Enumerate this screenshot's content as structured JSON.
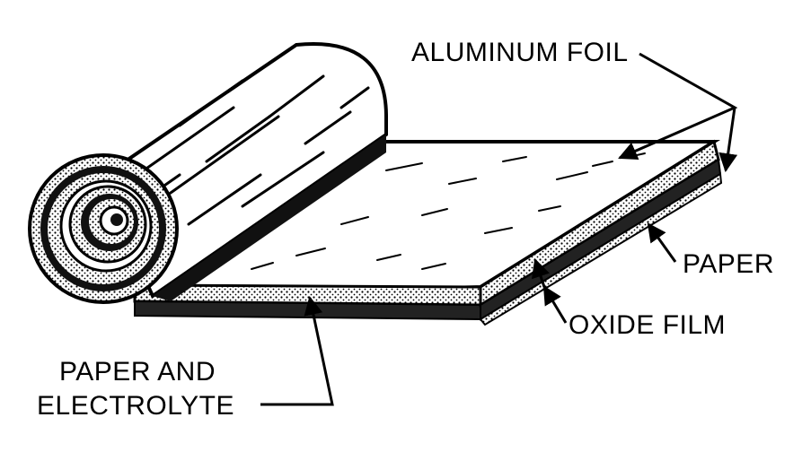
{
  "labels": {
    "aluminum_foil": "ALUMINUM FOIL",
    "paper": "PAPER",
    "oxide_film": "OXIDE FILM",
    "paper_and_electrolyte_line1": "PAPER AND",
    "paper_and_electrolyte_line2": "ELECTROLYTE"
  },
  "colors": {
    "ink": "#000000",
    "paper_bg": "#ffffff"
  }
}
